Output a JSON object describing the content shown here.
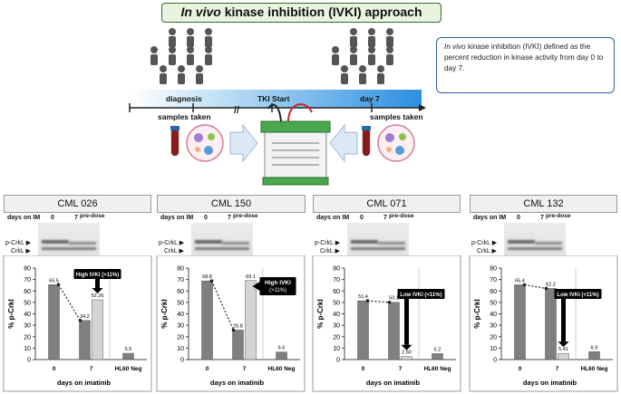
{
  "title": {
    "italic": "In vivo",
    "rest": " kinase inhibition (IVKI) approach"
  },
  "definition": {
    "italic": "In vivo",
    "rest": " kinase inhibition (IVKI) defined as the percent reduction in kinase activity from day 0 to day 7."
  },
  "timeline": {
    "diagnosis": "diagnosis",
    "samples_left": "samples taken",
    "tki_start": "TKI Start",
    "day7": "day 7",
    "samples_right": "samples taken"
  },
  "colors": {
    "bar_dark": "#7f7f7f",
    "bar_light": "#d4d4d4",
    "timeline": "#5aa6e6",
    "title_border": "#2f6b2f",
    "def_border": "#2f5fb0"
  },
  "blot_labels": {
    "days_on_im": "days on IM",
    "day0": "0",
    "day7": "7",
    "predose": "pre-dose",
    "pcrkl": "p-CrkL",
    "crkl": "CrkL"
  },
  "panels": [
    {
      "title": "CML 026"
    },
    {
      "title": "CML 150"
    },
    {
      "title": "CML 071"
    },
    {
      "title": "CML 132"
    }
  ],
  "chart_data": [
    {
      "type": "bar",
      "title": "",
      "ylabel": "% p-CrkI",
      "xlabel": "days on imatinib",
      "ylim": [
        0,
        80
      ],
      "yticks": [
        0,
        10,
        20,
        30,
        40,
        50,
        60,
        70,
        80
      ],
      "categories": [
        "0",
        "7",
        "HL60 Neg"
      ],
      "bars": [
        {
          "cat": "0",
          "series": "day",
          "value": 65.5,
          "label": "65.5"
        },
        {
          "cat": "7",
          "series": "day",
          "value": 34.2,
          "label": "34.2"
        },
        {
          "cat": "7",
          "series": "ivki",
          "value": 52.26,
          "label": "52.26"
        },
        {
          "cat": "HL60 Neg",
          "series": "day",
          "value": 5.5,
          "label": "5.5"
        }
      ],
      "callout": "High IVKI (>11%)"
    },
    {
      "type": "bar",
      "title": "",
      "ylabel": "% p-CrkI",
      "xlabel": "days on imatinib",
      "ylim": [
        0,
        80
      ],
      "yticks": [
        0,
        10,
        20,
        30,
        40,
        50,
        60,
        70,
        80
      ],
      "categories": [
        "0",
        "7",
        "HL60 Neg"
      ],
      "bars": [
        {
          "cat": "0",
          "series": "day",
          "value": 68.8,
          "label": "68.8"
        },
        {
          "cat": "7",
          "series": "day",
          "value": 25.8,
          "label": "25.8"
        },
        {
          "cat": "7",
          "series": "ivki",
          "value": 69.1,
          "label": "69.1"
        },
        {
          "cat": "HL60 Neg",
          "series": "day",
          "value": 6.6,
          "label": "6.6"
        }
      ],
      "callout": "High IVKI (>11%)"
    },
    {
      "type": "bar",
      "title": "",
      "ylabel": "% p-CrkI",
      "xlabel": "days on imatinib",
      "ylim": [
        0,
        80
      ],
      "yticks": [
        0,
        10,
        20,
        30,
        40,
        50,
        60,
        70,
        80
      ],
      "categories": [
        "0",
        "7",
        "HL60 Neg"
      ],
      "bars": [
        {
          "cat": "0",
          "series": "day",
          "value": 51.4,
          "label": "51.4"
        },
        {
          "cat": "7",
          "series": "day",
          "value": 50.1,
          "label": "50.1"
        },
        {
          "cat": "7",
          "series": "ivki",
          "value": 2.6,
          "label": "2.60"
        },
        {
          "cat": "HL60 Neg",
          "series": "day",
          "value": 5.2,
          "label": "5.2"
        }
      ],
      "callout": "Low IVKI (<11%)"
    },
    {
      "type": "bar",
      "title": "",
      "ylabel": "% p-CrkI",
      "xlabel": "days on imatinib",
      "ylim": [
        0,
        80
      ],
      "yticks": [
        0,
        10,
        20,
        30,
        40,
        50,
        60,
        70,
        80
      ],
      "categories": [
        "0",
        "7",
        "HL60 Neg"
      ],
      "bars": [
        {
          "cat": "0",
          "series": "day",
          "value": 65.4,
          "label": "65.4"
        },
        {
          "cat": "7",
          "series": "day",
          "value": 62.2,
          "label": "62.2"
        },
        {
          "cat": "7",
          "series": "ivki",
          "value": 5.41,
          "label": "5.41"
        },
        {
          "cat": "HL60 Neg",
          "series": "day",
          "value": 6.9,
          "label": "6.9"
        }
      ],
      "callout": "Low IVKI (<11%)"
    }
  ]
}
